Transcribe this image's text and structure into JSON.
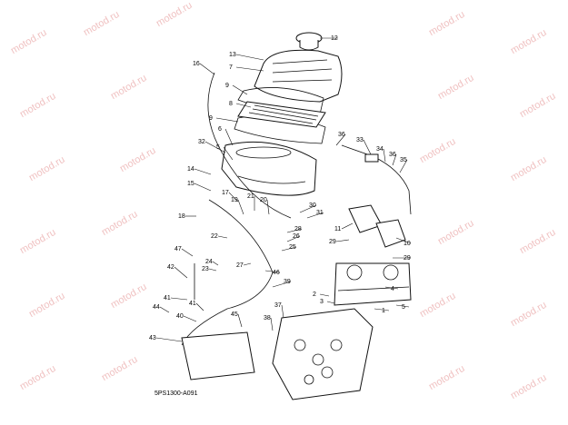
{
  "watermark": "motod.ru",
  "diagram_code": "5PS1300-A091",
  "callouts": [
    "12",
    "13",
    "16",
    "7",
    "9",
    "8",
    "9",
    "6",
    "32",
    "5",
    "14",
    "15",
    "17",
    "18",
    "21",
    "19",
    "20",
    "30",
    "31",
    "36",
    "33",
    "34",
    "35",
    "36",
    "11",
    "10",
    "29",
    "29",
    "22",
    "28",
    "26",
    "25",
    "47",
    "24",
    "23",
    "27",
    "46",
    "42",
    "39",
    "41",
    "2",
    "3",
    "1",
    "4",
    "5",
    "41",
    "40",
    "45",
    "44",
    "37",
    "38",
    "43"
  ],
  "colors": {
    "watermark": "#f0c2c2",
    "lines": "#111111"
  }
}
